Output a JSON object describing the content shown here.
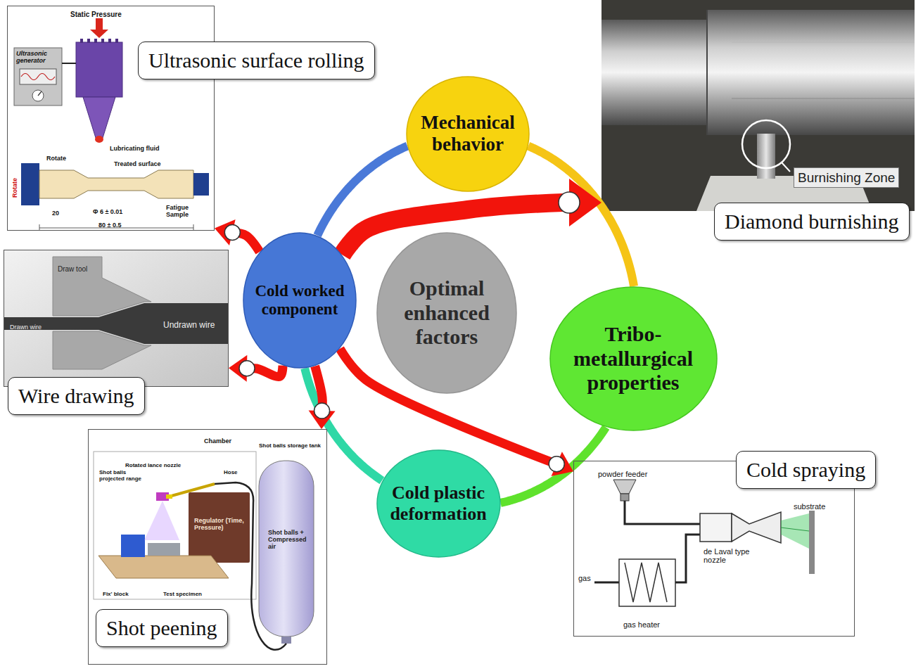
{
  "diagram": {
    "nodes": [
      {
        "text": [
          "Ultrasonic surface rolling"
        ]
      },
      {
        "text": [
          "Mechanical behavior"
        ]
      },
      {
        "text": [
          "Diamond burnishing"
        ]
      },
      {
        "text": [
          "Cold worked component"
        ]
      },
      {
        "text": [
          "Optimal enhanced factors"
        ]
      },
      {
        "text": [
          "Tribo-metallurgical properties"
        ]
      },
      {
        "text": [
          "Wire drawing"
        ]
      },
      {
        "text": [
          "Cold plastic deformation"
        ]
      },
      {
        "text": [
          "Shot peening"
        ]
      },
      {
        "text": [
          "Cold spraying"
        ]
      }
    ],
    "edges": [
      {
        "from": 3,
        "to": 1,
        "arrow": "none"
      },
      {
        "from": 1,
        "to": 5,
        "arrow": "none"
      },
      {
        "from": 5,
        "to": 7,
        "arrow": "none"
      },
      {
        "from": 7,
        "to": 3,
        "arrow": "none"
      },
      {
        "from": 3,
        "to": 0,
        "arrow": "to"
      },
      {
        "from": 3,
        "to": 2,
        "arrow": "to"
      },
      {
        "from": 3,
        "to": 6,
        "arrow": "to"
      },
      {
        "from": 3,
        "to": 8,
        "arrow": "to"
      },
      {
        "from": 3,
        "to": 9,
        "arrow": "to"
      }
    ],
    "labels": [
      "Static Pressure",
      "Ultrasonic generator",
      "Rotate",
      "Lubricating fluid",
      "Treated surface",
      "Rotate",
      "20",
      "Φ 6 ± 0.01",
      "80 ± 0.5",
      "Fatigue Sample",
      "Burnishing Zone",
      "Draw tool",
      "Drawn wire",
      "Undrawn wire",
      "Chamber",
      "Shot balls storage tank",
      "Rotated lance nozzle",
      "Shot balls projected range",
      "Hose",
      "Regulator (Time, Pressure)",
      "Shot balls + Compressed air",
      "Fix' block",
      "Test specimen",
      "powder feeder",
      "substrate",
      "de Laval type nozzle",
      "gas",
      "gas heater"
    ]
  }
}
